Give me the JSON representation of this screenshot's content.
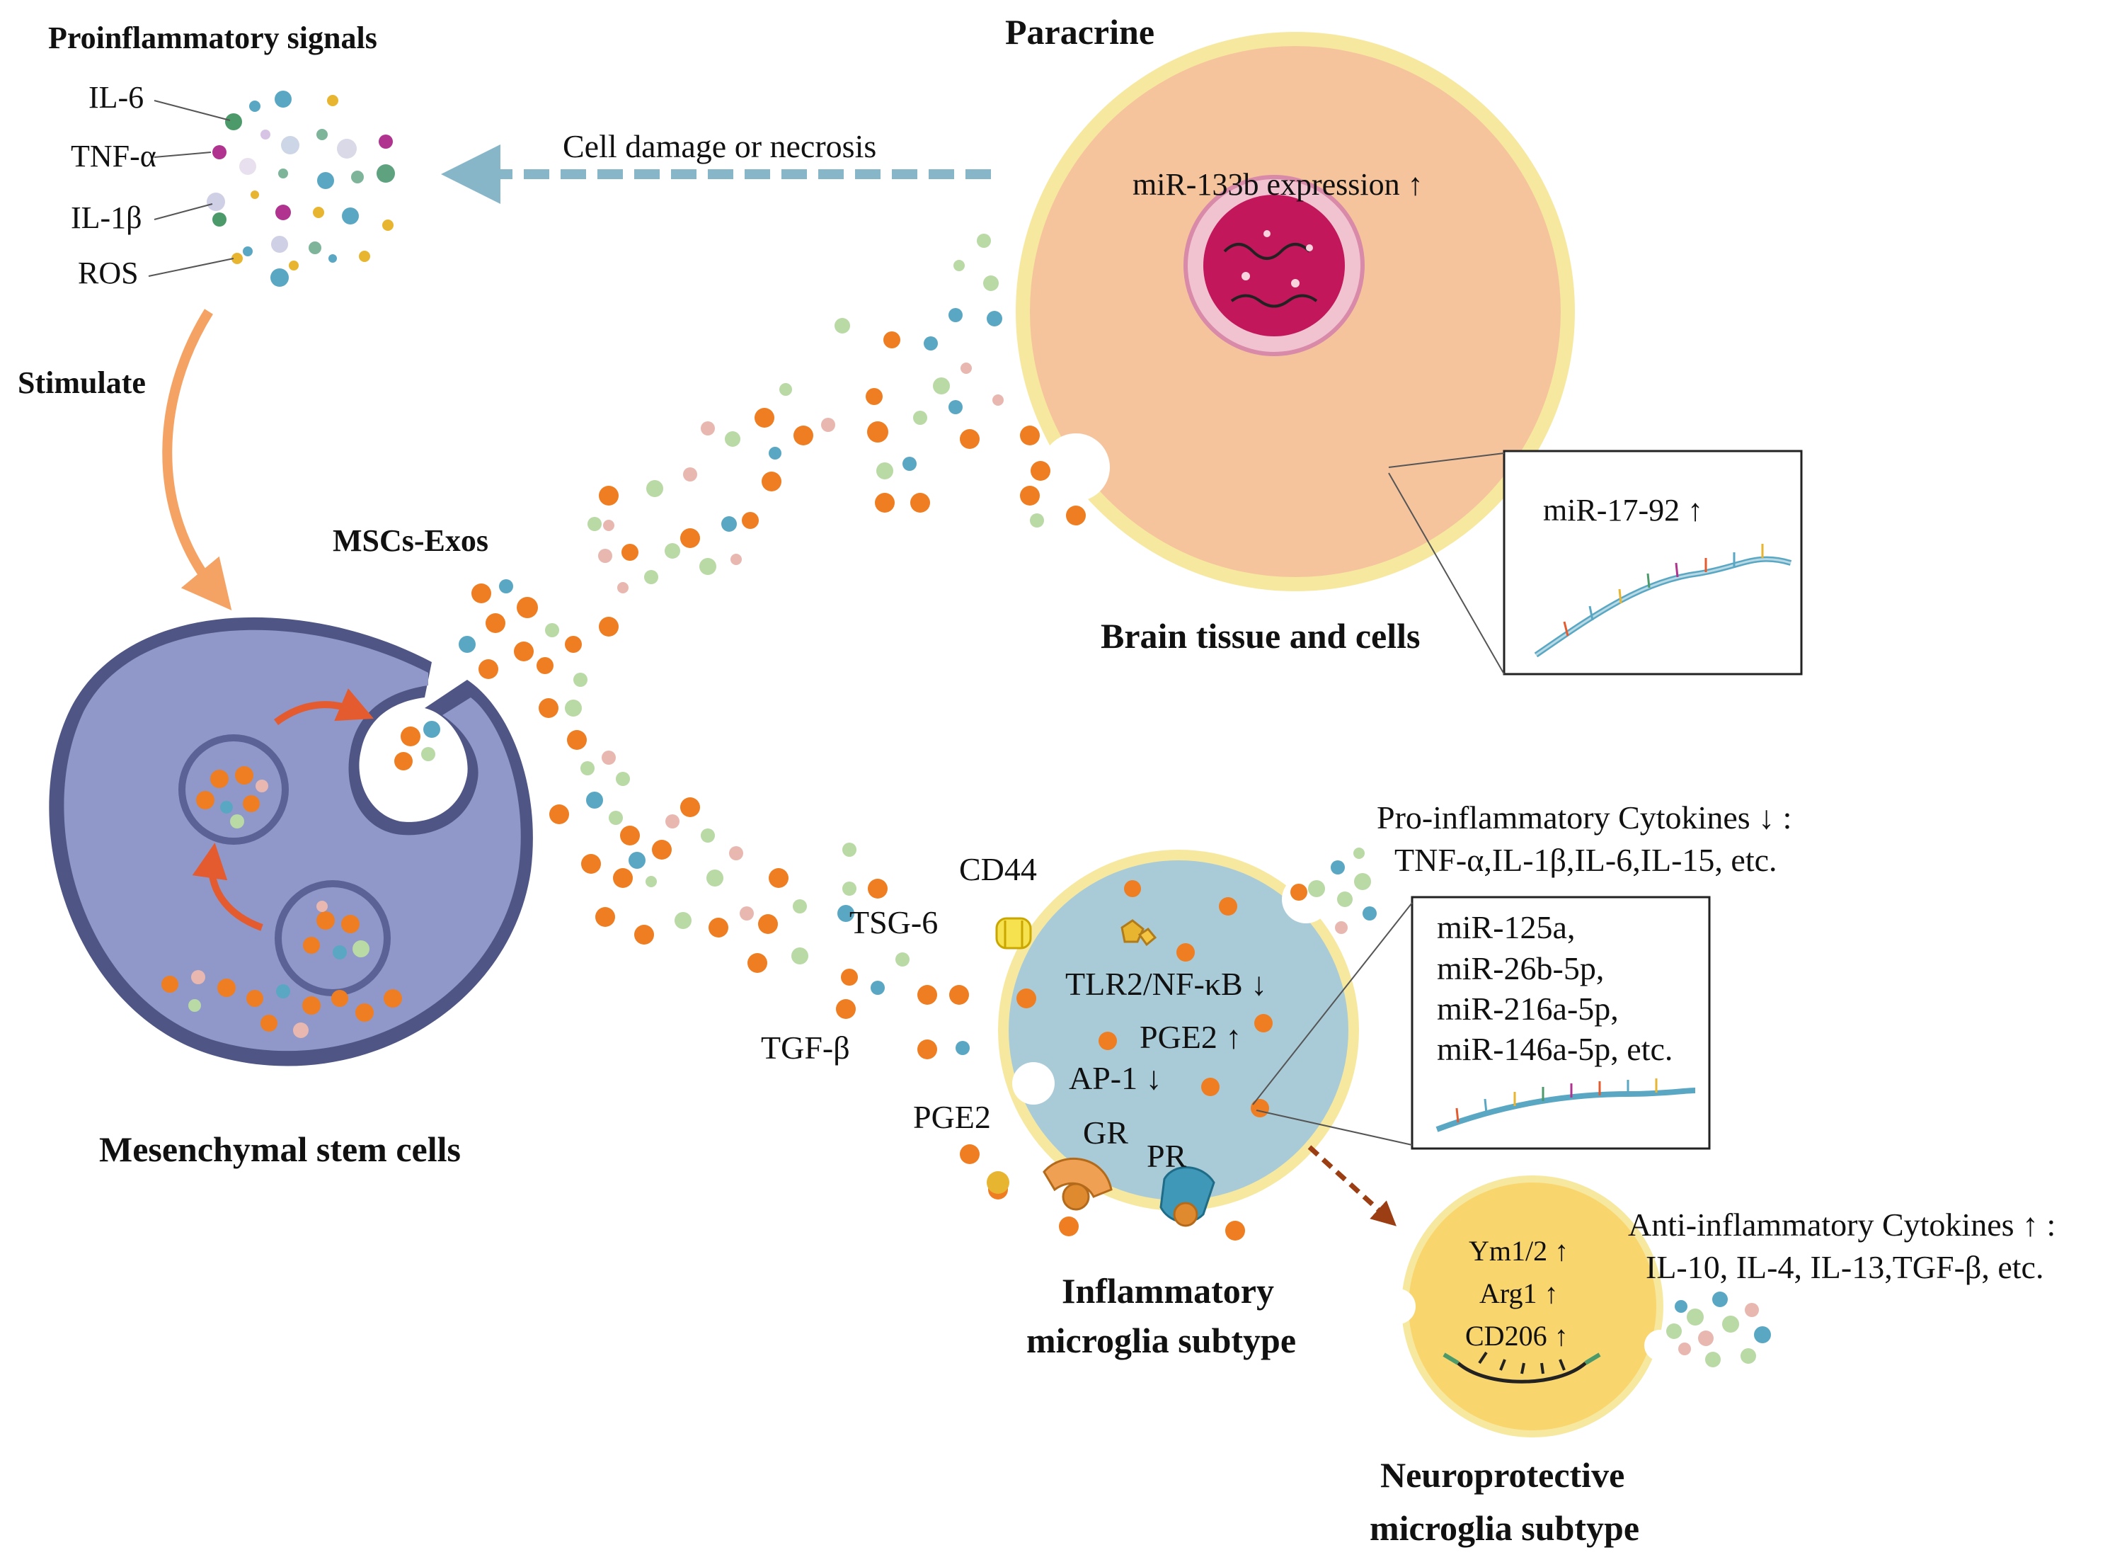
{
  "diagram": {
    "headings": {
      "proinflammatory": "Proinflammatory signals",
      "paracrine": "Paracrine",
      "stimulate": "Stimulate",
      "exos": "MSCs-Exos",
      "msc": "Mesenchymal stem cells",
      "brain": "Brain tissue and cells",
      "inflammatory_line1": "Inflammatory",
      "inflammatory_line2": "microglia subtype",
      "neuro_line1": "Neuroprotective",
      "neuro_line2": "microglia subtype"
    },
    "signals": [
      "IL-6",
      "TNF-α",
      "IL-1β",
      "ROS"
    ],
    "damage_label": "Cell damage or necrosis",
    "brain": {
      "expression": "miR-133b expression ↑",
      "mir_box": "miR-17-92 ↑"
    },
    "inflammatory": {
      "receptors": {
        "cd44": "CD44",
        "tsg6": "TSG-6",
        "tgfb": "TGF-β",
        "pge2": "PGE2",
        "gr": "GR",
        "pr": "PR"
      },
      "inner": [
        "TLR2/NF-κB ↓",
        "PGE2 ↑",
        "AP-1 ↓"
      ],
      "pro_title": "Pro-inflammatory Cytokines ↓ :",
      "pro_list": "TNF-α,IL-1β,IL-6,IL-15, etc.",
      "mir_list": [
        "miR-125a,",
        "miR-26b-5p,",
        "miR-216a-5p,",
        "miR-146a-5p, etc."
      ]
    },
    "neuro": {
      "inner": [
        "Ym1/2 ↑",
        "Arg1 ↑",
        "CD206 ↑"
      ],
      "anti_title": "Anti-inflammatory Cytokines ↑ :",
      "anti_list": "IL-10, IL-4, IL-13,TGF-β, etc."
    },
    "colors": {
      "msc_fill": "#8f98c9",
      "brain_fill": "#f5c49c",
      "brain_rim": "#f7e8a0",
      "nucleus": "#c2185b",
      "inflam_fill": "#a9cbd8",
      "neuro_fill": "#f9d56e",
      "exosome": "#ef7d22",
      "arrow_blue": "#86b6c8",
      "arrow_orange": "#f5a365",
      "arrow_red": "#e45b2f",
      "arrow_brown": "#9b3e13"
    }
  }
}
